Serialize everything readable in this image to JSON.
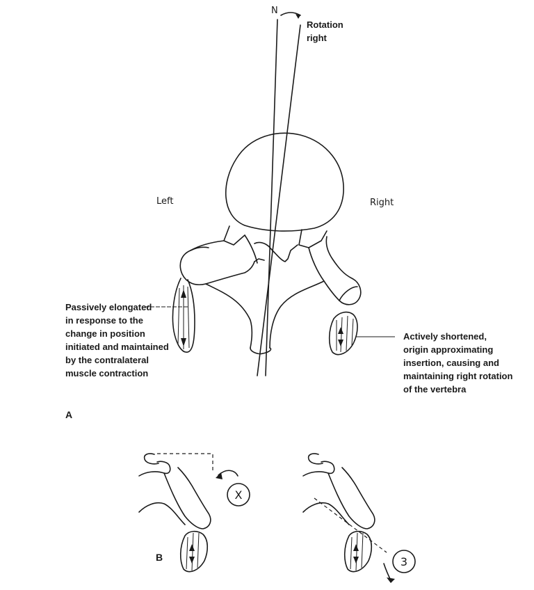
{
  "panel_a": {
    "label": "A",
    "north_label": "N",
    "rotation_label": "Rotation\nright",
    "left_label": "Left",
    "right_label": "Right",
    "left_note": "Passively elongated\nin response to the\nchange in position\ninitiated and maintained\nby the contralateral\nmuscle contraction",
    "right_note": "Actively shortened,\norigin approximating\ninsertion, causing and\nmaintaining right rotation\nof the vertebra"
  },
  "panel_b": {
    "label": "B",
    "circle_left": "X",
    "circle_right": "3"
  }
}
